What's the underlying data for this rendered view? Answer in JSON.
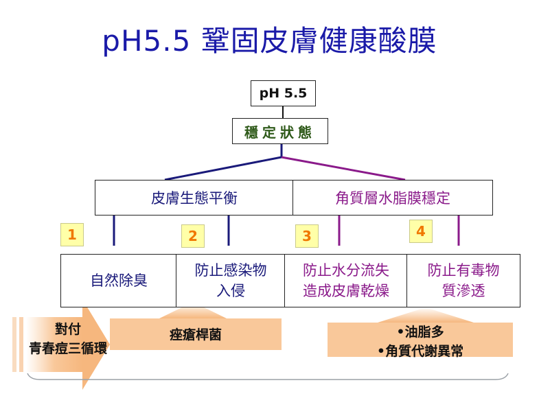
{
  "title": "pH5.5 鞏固皮膚健康酸膜",
  "top_node": "pH 5.5",
  "stable_node": "穩定狀態",
  "branches": [
    {
      "label": "皮膚生態平衡",
      "color": "#1a1a7a"
    },
    {
      "label": "角質層水脂膜穩定",
      "color": "#8a1a8a"
    }
  ],
  "functions": [
    {
      "badge": "1",
      "line1": "自然除臭",
      "line2": "",
      "color": "#1a1a7a"
    },
    {
      "badge": "2",
      "line1": "防止感染物",
      "line2": "入侵",
      "color": "#1a1a7a"
    },
    {
      "badge": "3",
      "line1": "防止水分流失",
      "line2": "造成皮膚乾燥",
      "color": "#8a1a8a"
    },
    {
      "badge": "4",
      "line1": "防止有毒物",
      "line2": "質滲透",
      "color": "#8a1a8a"
    }
  ],
  "causes": {
    "left_line1": "對付",
    "left_line2": "青春痘三循環",
    "middle": "痤瘡桿菌",
    "right_line1": "•油脂多",
    "right_line2": "•角質代謝異常"
  },
  "colors": {
    "title": "#1a1aa8",
    "navy": "#1a1a7a",
    "purple": "#8a1a8a",
    "arrow_fill": "#f9c89a",
    "badge_fill": "#ffffa8",
    "badge_text": "#f07800"
  }
}
